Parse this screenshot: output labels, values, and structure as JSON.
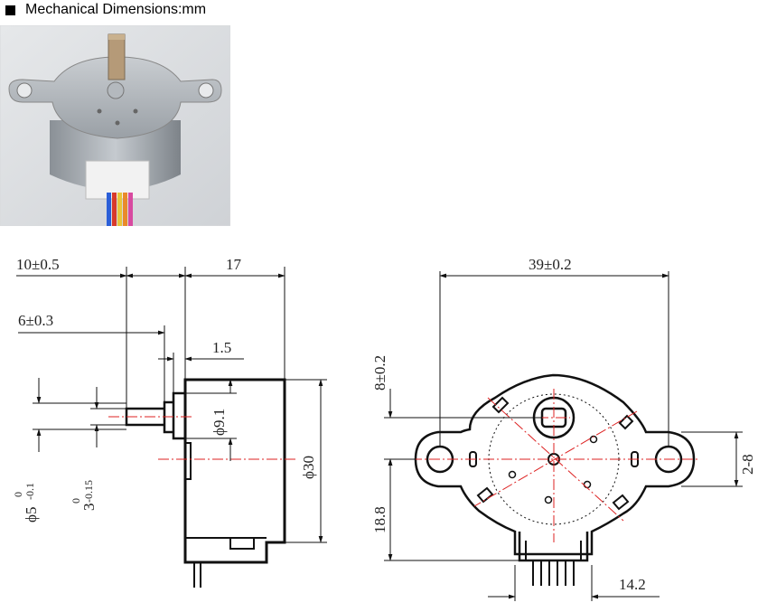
{
  "header": {
    "title": "Mechanical Dimensions:mm"
  },
  "dimensions": {
    "shaft_length": "10±0.5",
    "body_depth": "17",
    "flat_length": "6±0.3",
    "step": "1.5",
    "boss_diameter": "ϕ9.1",
    "body_diameter": "ϕ30",
    "shaft_diameter_base": "ϕ5",
    "shaft_diameter_tol_top": "0",
    "shaft_diameter_tol_bottom": "-0.1",
    "flat_width_base": "3",
    "flat_width_tol_top": "0",
    "flat_width_tol_bottom": "-0.15",
    "mount_spacing": "39±0.2",
    "shaft_offset": "8±0.2",
    "mount_holes": "2-8",
    "height_to_bottom": "18.8",
    "connector_width": "14.2"
  },
  "colors": {
    "line": "#111111",
    "centerline": "#dd2222",
    "background": "#ffffff"
  }
}
